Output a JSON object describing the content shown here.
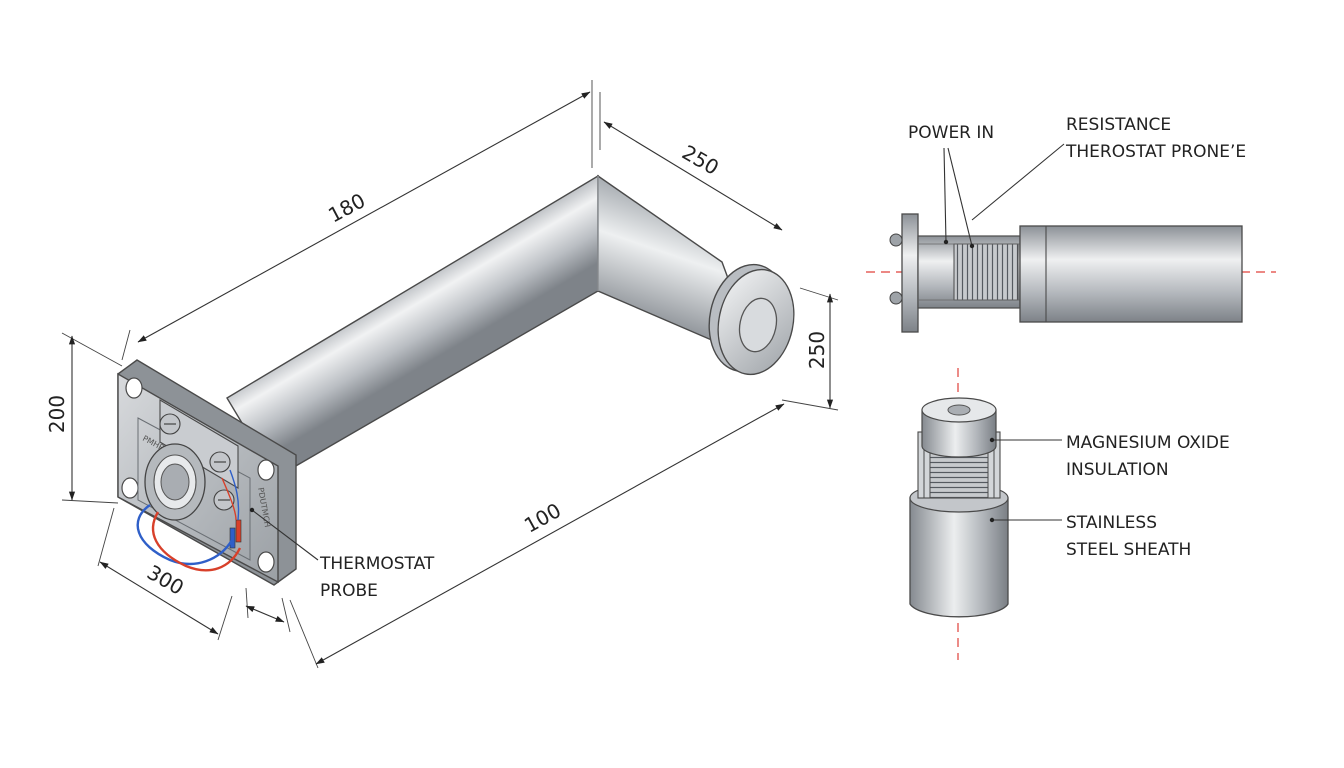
{
  "diagram": {
    "dimensions": {
      "top_length": "180",
      "top_right": "250",
      "flange_height": "200",
      "end_diameter": "250",
      "bottom_length": "100",
      "flange_width": "300"
    },
    "callouts": {
      "thermostat_probe": [
        "THERMOSTAT",
        "PROBE"
      ],
      "power_in": "POWER IN",
      "resistance": [
        "RESISTANCE",
        "THEROSTAT PRONE’Ε"
      ],
      "magnesium_oxide": [
        "MAGNESIUM OXIDE",
        "INSULATION"
      ],
      "stainless_sheath": [
        "STAINLESS",
        "STEEL SHEATH"
      ]
    },
    "plate_marks": [
      "PMHRA",
      "PDUTMCH"
    ],
    "colors": {
      "metal_dark": "#8a8f95",
      "metal_light": "#f2f3f4",
      "centerline": "#e0403a",
      "wire_blue": "#2f5fc8",
      "wire_red": "#d8402a"
    }
  }
}
